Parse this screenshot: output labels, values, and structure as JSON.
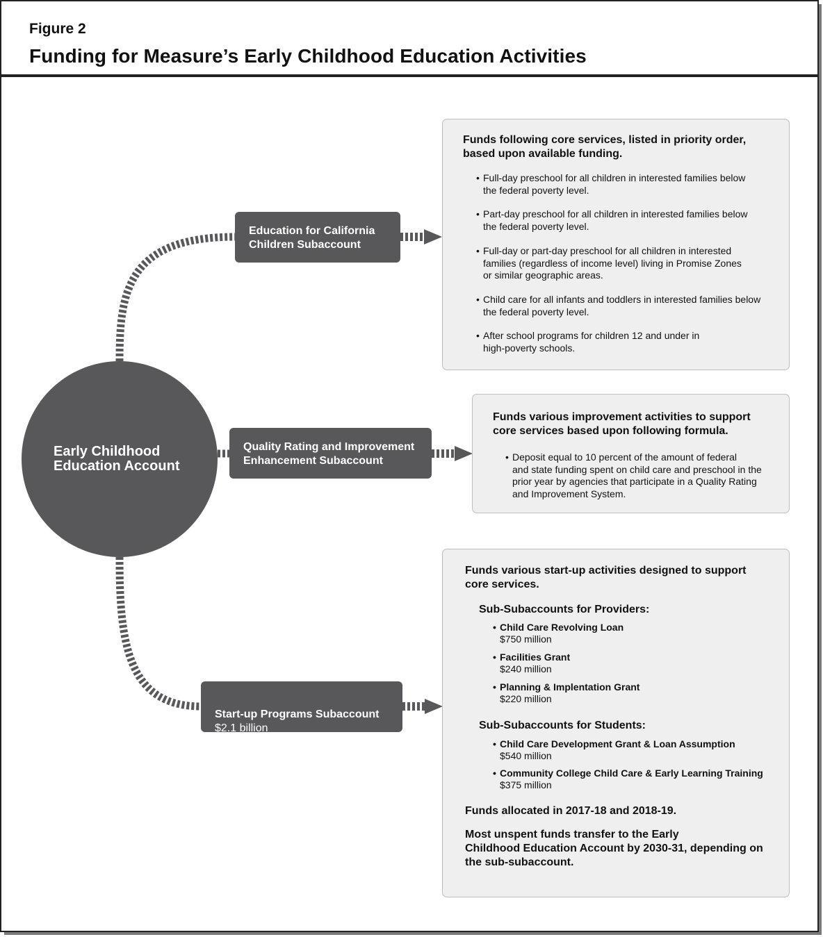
{
  "figure": {
    "label": "Figure 2",
    "title": "Funding for Measure’s Early Childhood Education Activities"
  },
  "account": {
    "name": "Early Childhood\nEducation Account"
  },
  "subaccounts": {
    "california": {
      "name": "Education for California\nChildren Subaccount"
    },
    "quality": {
      "name": "Quality Rating and Improvement\nEnhancement Subaccount"
    },
    "startup": {
      "name": "Start-up Programs Subaccount",
      "amount": "$2.1 billion"
    }
  },
  "core_services": {
    "heading": "Funds following core services, listed in priority order,\nbased upon available funding.",
    "bullets": [
      "Full-day preschool for all children in interested families below\nthe federal poverty level.",
      "Part-day preschool for all children in interested families below\nthe federal poverty level.",
      "Full-day or part-day preschool for all children in interested\nfamilies (regardless of income level) living in Promise Zones\nor similar geographic areas.",
      "Child care for all infants and toddlers in interested families below\nthe federal poverty level.",
      "After school programs for children 12 and under in\nhigh-poverty schools."
    ]
  },
  "quality_box": {
    "heading": "Funds various improvement activities to support\ncore services based upon following formula.",
    "bullets": [
      "Deposit equal to 10 percent of the amount of federal\nand state funding spent on child care and preschool in the\nprior year by agencies that participate in a Quality Rating\nand Improvement System."
    ]
  },
  "startup_box": {
    "heading": "Funds various start-up activities designed to support\ncore services.",
    "providers": {
      "heading": "Sub-Subaccounts for Providers:",
      "items": [
        {
          "name": "Child Care Revolving Loan",
          "amount": "$750 million"
        },
        {
          "name": "Facilities Grant",
          "amount": "$240 million"
        },
        {
          "name": "Planning & Implentation Grant",
          "amount": "$220 million"
        }
      ]
    },
    "students": {
      "heading": "Sub-Subaccounts for Students:",
      "items": [
        {
          "name": "Child Care Development Grant & Loan Assumption",
          "amount": "$540 million"
        },
        {
          "name": "Community College Child Care & Early Learning Training",
          "amount": "$375 million"
        }
      ]
    },
    "allocated": "Funds allocated in 2017-18 and 2018-19.",
    "transfer": "Most unspent funds transfer to the Early\nChildhood Education Account by 2030-31, depending on\nthe sub-subaccount."
  },
  "colors": {
    "dark_fill": "#58585a",
    "box_fill": "#efefef",
    "box_border": "#bdbdbd"
  }
}
